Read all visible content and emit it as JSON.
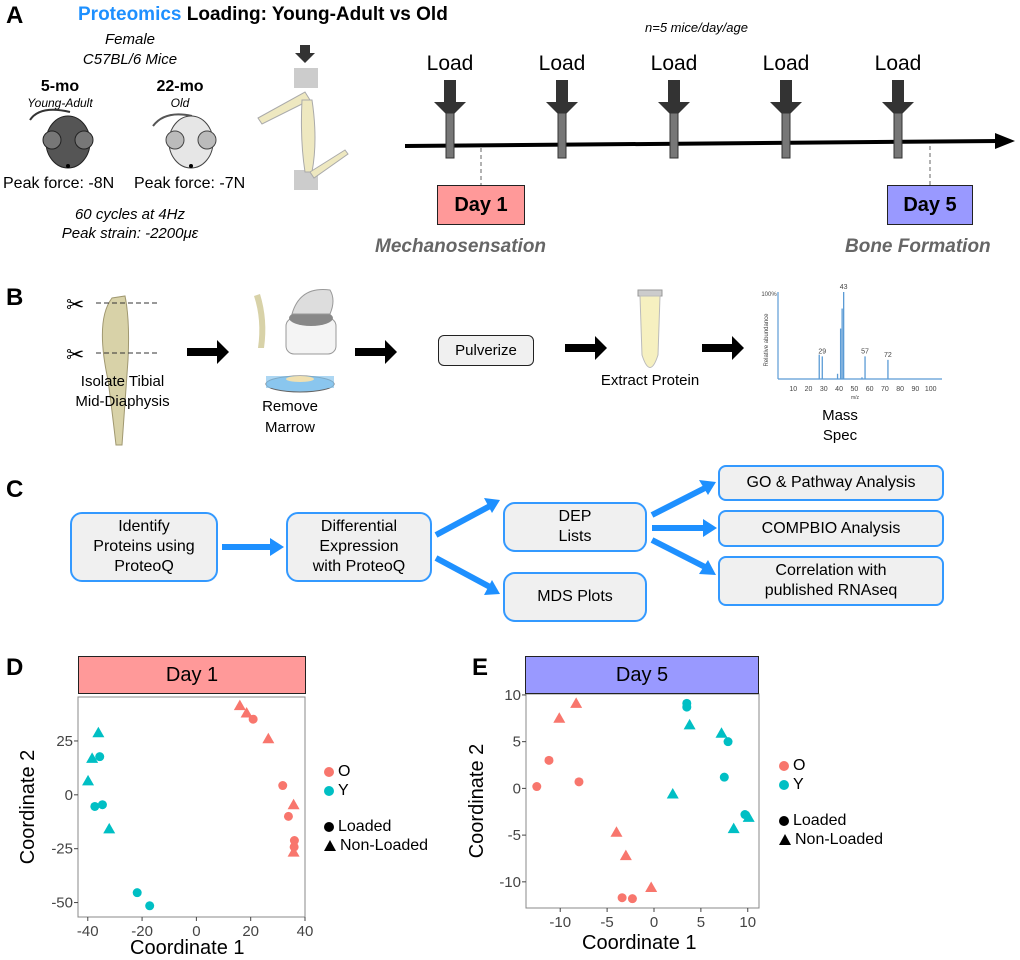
{
  "panelA": {
    "label": "A",
    "title_highlight": "Proteomics",
    "title_rest": " Loading: Young-Adult vs Old",
    "highlight_color": "#1e90ff",
    "mice_line1": "Female",
    "mice_line2": "C57BL/6 Mice",
    "young": {
      "age": "5-mo",
      "group": "Young-Adult",
      "force": "Peak force: -8N"
    },
    "old": {
      "age": "22-mo",
      "group": "Old",
      "force": "Peak force: -7N"
    },
    "cycles": "60 cycles at 4Hz",
    "strain": "Peak strain: -2200με",
    "n_note": "n=5 mice/day/age",
    "load_labels": [
      "Load",
      "Load",
      "Load",
      "Load",
      "Load"
    ],
    "day1": {
      "label": "Day 1",
      "phase": "Mechanosensation",
      "color": "#ff9999"
    },
    "day5": {
      "label": "Day 5",
      "phase": "Bone Formation",
      "color": "#9999ff"
    }
  },
  "panelB": {
    "label": "B",
    "steps": [
      "Isolate Tibial",
      "Mid-Diaphysis",
      "Remove",
      "Marrow",
      "Pulverize",
      "Extract Protein",
      "Mass",
      "Spec"
    ],
    "mass_spec": {
      "y_top_label": "100%",
      "y_label": "Relative abundance",
      "x_label": "m/z",
      "x_ticks": [
        10,
        20,
        30,
        40,
        50,
        60,
        70,
        80,
        90,
        100
      ],
      "peaks": [
        [
          27,
          0.28
        ],
        [
          29,
          0.26
        ],
        [
          39,
          0.06
        ],
        [
          41,
          0.58
        ],
        [
          42,
          0.81
        ],
        [
          43,
          1.0
        ],
        [
          55,
          0.02
        ],
        [
          57,
          0.26
        ],
        [
          72,
          0.22
        ]
      ],
      "peak_labels": [
        "29",
        "43",
        "57",
        "72"
      ]
    }
  },
  "panelC": {
    "label": "C",
    "identify": [
      "Identify",
      "Proteins using",
      "ProteoQ"
    ],
    "differential": [
      "Differential",
      "Expression",
      "with ProteoQ"
    ],
    "dep": [
      "DEP",
      "Lists"
    ],
    "mds": "MDS Plots",
    "go": "GO & Pathway Analysis",
    "compbio": "COMPBIO Analysis",
    "correlation": [
      "Correlation with",
      "published RNAseq"
    ],
    "arrow_color": "#1e90ff"
  },
  "legend": {
    "age_O": "O",
    "age_Y": "Y",
    "loaded": "Loaded",
    "nonloaded": "Non-Loaded",
    "color_O": "#f8766d",
    "color_Y": "#00bfc4"
  },
  "chart_data": [
    {
      "type": "scatter",
      "panel": "D",
      "title": "Day 1",
      "xlabel": "Coordinate 1",
      "ylabel": "Coordinate 2",
      "xlim": [
        -43.6,
        40
      ],
      "ylim": [
        -56.7,
        45.4
      ],
      "xticks": [
        -40,
        -20,
        0,
        20,
        40
      ],
      "yticks": [
        25,
        0,
        -25,
        -50
      ],
      "points": [
        {
          "g": "Y",
          "s": "Non-Loaded",
          "x": -36.1,
          "y": 28.8
        },
        {
          "g": "Y",
          "s": "Non-Loaded",
          "x": -38.4,
          "y": 16.9
        },
        {
          "g": "Y",
          "s": "Loaded",
          "x": -35.6,
          "y": 17.7
        },
        {
          "g": "Y",
          "s": "Non-Loaded",
          "x": -39.9,
          "y": 6.5
        },
        {
          "g": "Y",
          "s": "Loaded",
          "x": -37.4,
          "y": -5.4
        },
        {
          "g": "Y",
          "s": "Loaded",
          "x": -34.6,
          "y": -4.6
        },
        {
          "g": "Y",
          "s": "Non-Loaded",
          "x": -32.1,
          "y": -15.8
        },
        {
          "g": "Y",
          "s": "Loaded",
          "x": -21.8,
          "y": -45.4
        },
        {
          "g": "Y",
          "s": "Loaded",
          "x": -17.2,
          "y": -51.5
        },
        {
          "g": "O",
          "s": "Non-Loaded",
          "x": 16.0,
          "y": 41.4
        },
        {
          "g": "O",
          "s": "Non-Loaded",
          "x": 18.5,
          "y": 38.0
        },
        {
          "g": "O",
          "s": "Loaded",
          "x": 20.9,
          "y": 35.1
        },
        {
          "g": "O",
          "s": "Non-Loaded",
          "x": 26.5,
          "y": 26.0
        },
        {
          "g": "O",
          "s": "Loaded",
          "x": 31.8,
          "y": 4.3
        },
        {
          "g": "O",
          "s": "Non-Loaded",
          "x": 35.8,
          "y": -4.6
        },
        {
          "g": "O",
          "s": "Loaded",
          "x": 33.9,
          "y": -10.0
        },
        {
          "g": "O",
          "s": "Loaded",
          "x": 36.1,
          "y": -21.2
        },
        {
          "g": "O",
          "s": "Loaded",
          "x": 36.0,
          "y": -24.2
        },
        {
          "g": "O",
          "s": "Non-Loaded",
          "x": 35.8,
          "y": -26.6
        }
      ]
    },
    {
      "type": "scatter",
      "panel": "E",
      "title": "Day 5",
      "xlabel": "Coordinate 1",
      "ylabel": "Coordinate 2",
      "xlim": [
        -13.65,
        11.2
      ],
      "ylim": [
        -12.8,
        10.1
      ],
      "xticks": [
        -10,
        -5,
        0,
        5,
        10
      ],
      "yticks": [
        10,
        5,
        0,
        -5,
        -10
      ],
      "points": [
        {
          "g": "O",
          "s": "Non-Loaded",
          "x": -8.3,
          "y": 9.1
        },
        {
          "g": "O",
          "s": "Non-Loaded",
          "x": -10.1,
          "y": 7.5
        },
        {
          "g": "O",
          "s": "Loaded",
          "x": -11.2,
          "y": 3.0
        },
        {
          "g": "O",
          "s": "Loaded",
          "x": -12.5,
          "y": 0.2
        },
        {
          "g": "O",
          "s": "Loaded",
          "x": -8.0,
          "y": 0.7
        },
        {
          "g": "O",
          "s": "Non-Loaded",
          "x": -4.0,
          "y": -4.7
        },
        {
          "g": "O",
          "s": "Non-Loaded",
          "x": -3.0,
          "y": -7.2
        },
        {
          "g": "O",
          "s": "Non-Loaded",
          "x": -0.3,
          "y": -10.6
        },
        {
          "g": "O",
          "s": "Loaded",
          "x": -3.4,
          "y": -11.7
        },
        {
          "g": "O",
          "s": "Loaded",
          "x": -2.3,
          "y": -11.8
        },
        {
          "g": "Y",
          "s": "Loaded",
          "x": 3.5,
          "y": 9.1
        },
        {
          "g": "Y",
          "s": "Loaded",
          "x": 3.5,
          "y": 8.7
        },
        {
          "g": "Y",
          "s": "Non-Loaded",
          "x": 3.8,
          "y": 6.8
        },
        {
          "g": "Y",
          "s": "Non-Loaded",
          "x": 7.2,
          "y": 5.9
        },
        {
          "g": "Y",
          "s": "Loaded",
          "x": 7.9,
          "y": 5.0
        },
        {
          "g": "Y",
          "s": "Loaded",
          "x": 7.5,
          "y": 1.2
        },
        {
          "g": "Y",
          "s": "Non-Loaded",
          "x": 2.0,
          "y": -0.6
        },
        {
          "g": "Y",
          "s": "Loaded",
          "x": 9.7,
          "y": -2.8
        },
        {
          "g": "Y",
          "s": "Non-Loaded",
          "x": 10.1,
          "y": -3.1
        },
        {
          "g": "Y",
          "s": "Non-Loaded",
          "x": 8.5,
          "y": -4.3
        }
      ]
    }
  ]
}
